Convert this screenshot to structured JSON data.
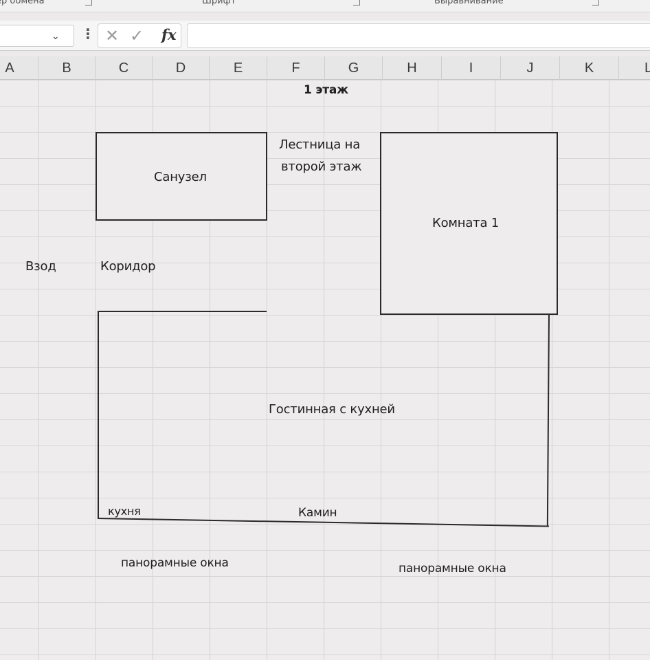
{
  "ribbon": {
    "groups": [
      "ер обмена",
      "Шрифт",
      "Выравнивание"
    ]
  },
  "formula_bar": {
    "name_box_value": "",
    "cancel_icon": "x-icon",
    "enter_icon": "check-icon",
    "fx_label": "fx",
    "formula_value": ""
  },
  "columns": [
    "A",
    "B",
    "C",
    "D",
    "E",
    "F",
    "G",
    "H",
    "I",
    "J",
    "K",
    "L"
  ],
  "sheet": {
    "title": "1 этаж",
    "stairs_line1": "Лестница на",
    "stairs_line2": "второй этаж",
    "bathroom": "Санузел",
    "room1": "Комната 1",
    "entrance": "Взод",
    "corridor": "Коридор",
    "living_kitchen": "Гостинная с кухней",
    "kitchen": "кухня",
    "fireplace": "Камин",
    "windows_left": "панорамные окна",
    "windows_right": "панорамные окна"
  },
  "colors": {
    "grid_line": "#d3d3d3",
    "border": "#2a2a2a",
    "sheet_bg": "#eeecec"
  }
}
